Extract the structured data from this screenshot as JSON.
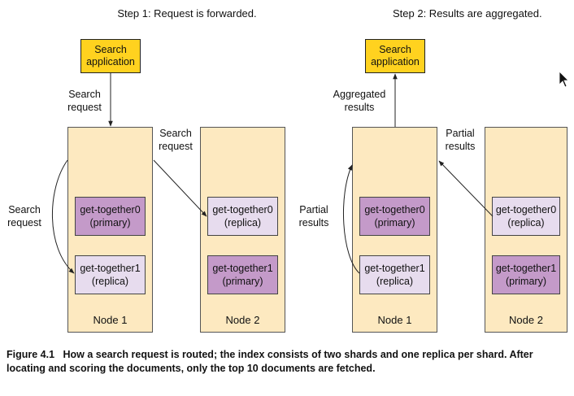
{
  "step1": {
    "title": "Step 1: Request is forwarded.",
    "app_line1": "Search",
    "app_line2": "application",
    "label_top_1": "Search",
    "label_top_2": "request",
    "label_right_1": "Search",
    "label_right_2": "request",
    "label_left_1": "Search",
    "label_left_2": "request",
    "node1": {
      "label": "Node 1",
      "shard_a_name": "get-together0",
      "shard_a_role": "(primary)",
      "shard_b_name": "get-together1",
      "shard_b_role": "(replica)"
    },
    "node2": {
      "label": "Node 2",
      "shard_a_name": "get-together0",
      "shard_a_role": "(replica)",
      "shard_b_name": "get-together1",
      "shard_b_role": "(primary)"
    }
  },
  "step2": {
    "title": "Step 2: Results are aggregated.",
    "app_line1": "Search",
    "app_line2": "application",
    "label_top_1": "Aggregated",
    "label_top_2": "results",
    "label_right_1": "Partial",
    "label_right_2": "results",
    "label_left_1": "Partial",
    "label_left_2": "results",
    "node1": {
      "label": "Node 1",
      "shard_a_name": "get-together0",
      "shard_a_role": "(primary)",
      "shard_b_name": "get-together1",
      "shard_b_role": "(replica)"
    },
    "node2": {
      "label": "Node 2",
      "shard_a_name": "get-together0",
      "shard_a_role": "(replica)",
      "shard_b_name": "get-together1",
      "shard_b_role": "(primary)"
    }
  },
  "caption": {
    "figure_number": "Figure 4.1",
    "text": "How a search request is routed; the index consists of two shards and one replica per shard. After locating and scoring the documents, only the top 10 documents are fetched."
  },
  "colors": {
    "app_box": "#ffd21f",
    "node": "#fde9c0",
    "primary_shard": "#c49ac9",
    "replica_shard": "#e7dcee"
  },
  "icons": {
    "cursor": "mouse-pointer-icon"
  }
}
